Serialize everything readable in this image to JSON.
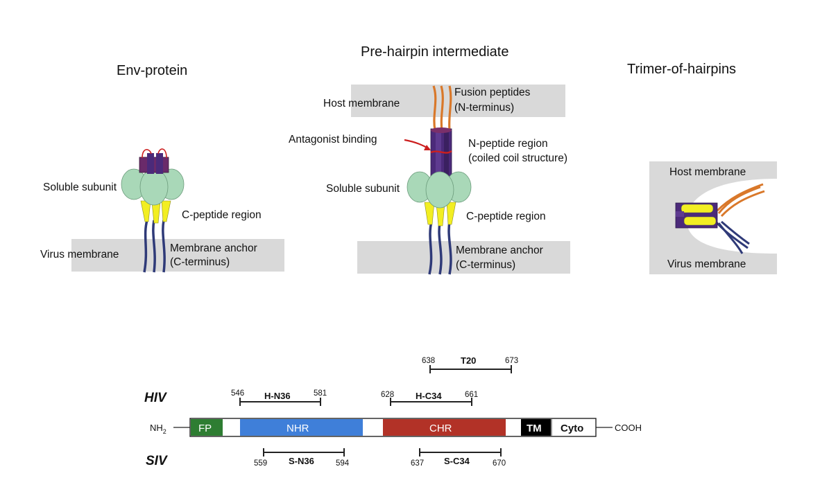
{
  "panels": {
    "env": {
      "title": "Env-protein",
      "soluble": "Soluble subunit",
      "cpeptide": "C-peptide region",
      "virus_membrane": "Virus membrane",
      "anchor_line1": "Membrane anchor",
      "anchor_line2": "(C-terminus)"
    },
    "prehairpin": {
      "title": "Pre-hairpin intermediate",
      "host_membrane": "Host membrane",
      "fusion_line1": "Fusion peptides",
      "fusion_line2": "(N-terminus)",
      "antagonist": "Antagonist binding",
      "npeptide_line1": "N-peptide region",
      "npeptide_line2": "(coiled coil structure)",
      "soluble": "Soluble subunit",
      "cpeptide": "C-peptide region",
      "anchor_line1": "Membrane anchor",
      "anchor_line2": "(C-terminus)"
    },
    "trimer": {
      "title": "Trimer-of-hairpins",
      "host_membrane": "Host membrane",
      "virus_membrane": "Virus membrane"
    }
  },
  "domain_map": {
    "nh2": "NH",
    "nh2_sub": "2",
    "cooh": "COOH",
    "segments": {
      "fp": "FP",
      "nhr": "NHR",
      "chr": "CHR",
      "tm": "TM",
      "cyto": "Cyto"
    },
    "hiv_label": "HIV",
    "siv_label": "SIV",
    "peptides": {
      "t20": {
        "name": "T20",
        "start": "638",
        "end": "673"
      },
      "hn36": {
        "name": "H-N36",
        "start": "546",
        "end": "581"
      },
      "hc34": {
        "name": "H-C34",
        "start": "628",
        "end": "661"
      },
      "sn36": {
        "name": "S-N36",
        "start": "559",
        "end": "594"
      },
      "sc34": {
        "name": "S-C34",
        "start": "637",
        "end": "670"
      }
    }
  },
  "colors": {
    "membrane": "#d9d9d9",
    "coil": "#4b2a7a",
    "coil_top": "#7a2f6a",
    "soluble": "#a9d8b8",
    "cpeptide": "#f2ee22",
    "anchor": "#2f3a78",
    "fusion": "#d9782a",
    "antagonist": "#cc1f1f",
    "fp": "#2e7d32",
    "nhr": "#3f7fd9",
    "chr": "#b23227",
    "tm": "#000000"
  }
}
